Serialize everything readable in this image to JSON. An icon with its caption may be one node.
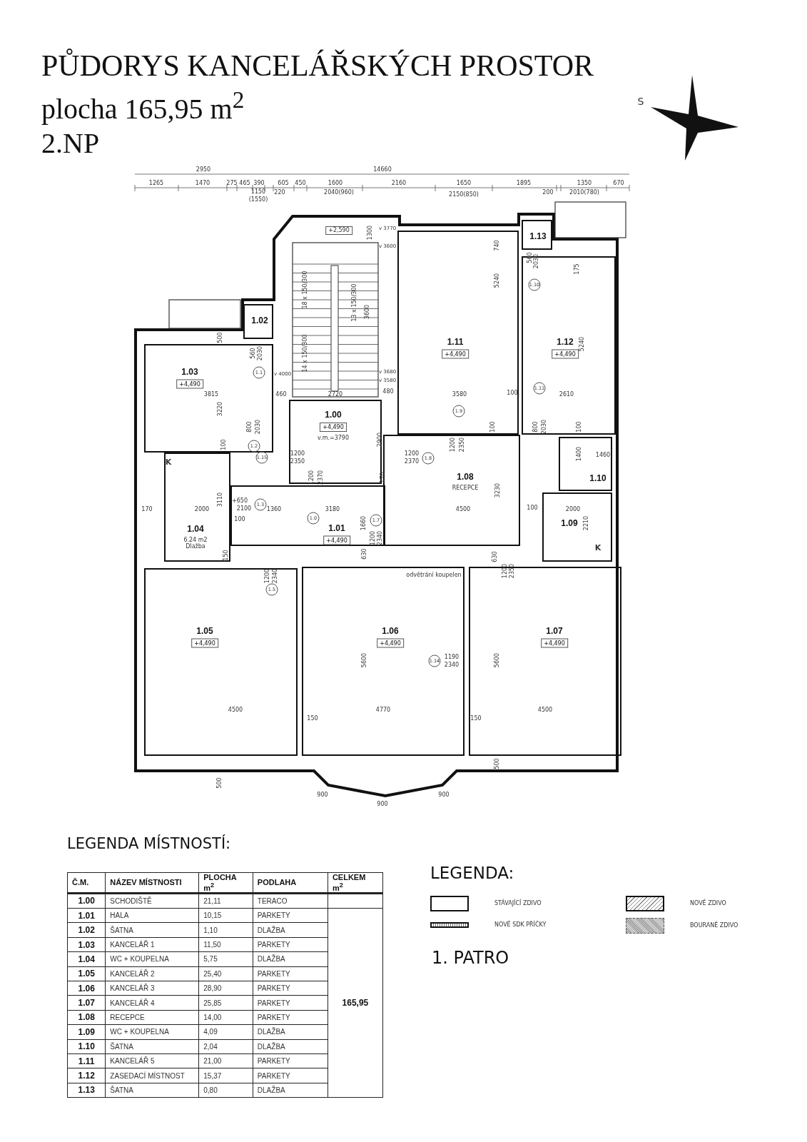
{
  "diagram": {
    "title": "PŮDORYS KANCELÁŘSKÝCH PROSTOR",
    "nodes": [
      {
        "text": [
          "1.13"
        ]
      },
      {
        "text": [
          "1.02"
        ]
      },
      {
        "text": [
          "1.11",
          "+4,490"
        ]
      },
      {
        "text": [
          "1.12",
          "+4,490"
        ]
      },
      {
        "text": [
          "1.03",
          "+4,490"
        ]
      },
      {
        "text": [
          "1.00",
          "+4,490",
          "v.m.=3790"
        ]
      },
      {
        "text": [
          "1.08",
          "RECEPCE"
        ]
      },
      {
        "text": [
          "1.10"
        ]
      },
      {
        "text": [
          "1.04",
          "6.24 m2 Dlažba"
        ]
      },
      {
        "text": [
          "1.01",
          "+4,490"
        ]
      },
      {
        "text": [
          "1.09"
        ]
      },
      {
        "text": [
          "1.05",
          "+4,490"
        ]
      },
      {
        "text": [
          "1.06",
          "+4,490"
        ]
      },
      {
        "text": [
          "1.07",
          "+4,490"
        ]
      }
    ],
    "labels": [
      "plocha 165,95 m$^{2}$",
      "2.NP",
      "S",
      "2950",
      "14660",
      "1265",
      "1470",
      "275",
      "465",
      "390",
      "605",
      "450",
      "1600",
      "2160",
      "1650",
      "1895",
      "1350",
      "670",
      "1150",
      "(1550)",
      "220",
      "2040(960)",
      "2150(850)",
      "200",
      "2010(780)",
      "+2,590",
      "1300",
      "v 3770",
      "v 3600",
      "740",
      "5240",
      "18 x 150/300",
      "13 x 150/300",
      "3600",
      "14 x 150/300",
      "500",
      "560",
      "2030",
      "1.1",
      "v 4000",
      "v 3680",
      "v 3580",
      "3815",
      "460",
      "2720",
      "480",
      "3580",
      "100",
      "2610",
      "5240",
      "560",
      "2030",
      "1.10",
      "175",
      "1.11",
      "3220",
      "800",
      "2030",
      "1.2",
      "100",
      "1.9",
      "100",
      "1200",
      "2350",
      "800",
      "2030",
      "100",
      "1400",
      "1460",
      "2900",
      "1200",
      "2350",
      "1.15",
      "1200",
      "2370",
      "170",
      "1200",
      "2370",
      "1.8",
      "3230",
      "K",
      "170",
      "2000",
      "3110",
      "+650",
      "2100",
      "100",
      "1.3",
      "1360",
      "3180",
      "1.0",
      "4500",
      "100",
      "2000",
      "2210",
      "K",
      "1660",
      "1.7",
      "1200",
      "2340",
      "630",
      "630",
      "1200",
      "2350",
      "odvětrání koupelen",
      "1200",
      "2340",
      "1.5",
      "150",
      "5600",
      "1190",
      "2340",
      "1.14",
      "5600",
      "4500",
      "4770",
      "4500",
      "150",
      "150",
      "500",
      "500",
      "900",
      "900",
      "900",
      "LEGENDA MÍSTNOSTÍ:",
      "Č.M.",
      "NÁZEV MÍSTNOSTI",
      "PLOCHA m$^{2}$",
      "PODLAHA",
      "CELKEM m$^{2}$",
      "1.00",
      "SCHODIŠTĚ",
      "21,11",
      "TERACO",
      "1.01",
      "HALA",
      "10,15",
      "PARKETY",
      "165,95",
      "1.02",
      "ŠATNA",
      "1,10",
      "DLAŽBA",
      "1.03",
      "KANCELÁŘ 1",
      "11,50",
      "PARKETY",
      "1.04",
      "WC + KOUPELNA",
      "5,75",
      "DLAŽBA",
      "1.05",
      "KANCELÁŘ 2",
      "25,40",
      "PARKETY",
      "1.06",
      "KANCELÁŘ 3",
      "28,90",
      "PARKETY",
      "1.07",
      "KANCELÁŘ 4",
      "25,85",
      "PARKETY",
      "1.08",
      "RECEPCE",
      "14,00",
      "PARKETY",
      "1.09",
      "WC + KOUPELNA",
      "4,09",
      "DLAŽBA",
      "1.10",
      "ŠATNA",
      "2,04",
      "DLAŽBA",
      "1.11",
      "KANCELÁŘ 5",
      "21,00",
      "PARKETY",
      "1.12",
      "ZASEDACÍ MÍSTNOST",
      "15,37",
      "PARKETY",
      "1.13",
      "ŠATNA",
      "0,80",
      "DLAŽBA",
      "LEGENDA:",
      "1. PATRO"
    ],
    "legend": [
      {
        "text": "STÁVAJÍCÍ ZDIVO"
      },
      {
        "text": "NOVÉ ZDIVO"
      },
      {
        "text": "NOVÉ SDK PŘÍČKY"
      },
      {
        "text": "BOURANÉ ZDIVO"
      }
    ]
  }
}
